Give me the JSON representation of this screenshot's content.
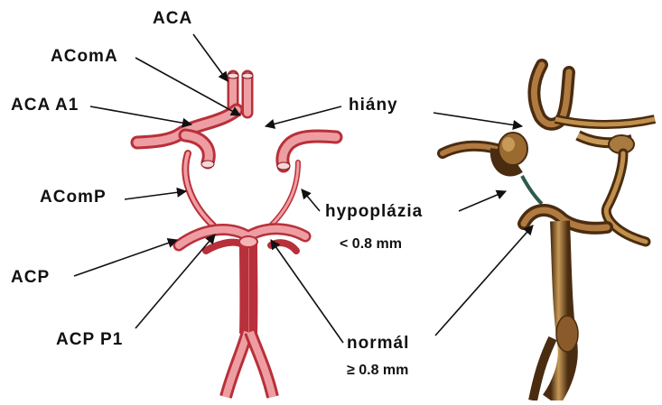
{
  "labels": {
    "aca": "ACA",
    "acoma": "AComA",
    "aca_a1": "ACA A1",
    "acomp": "AComP",
    "acp": "ACP",
    "acp_p1": "ACP P1",
    "hiany": "hiány",
    "hypoplazia": "hypoplázia",
    "hypoplazia_threshold": "< 0.8 mm",
    "normal": "normál",
    "normal_threshold": "≥ 0.8 mm"
  },
  "colors": {
    "vessel_fill": "#e8888c",
    "vessel_dark": "#b8303a",
    "vessel_light": "#f6c4c4",
    "real_vessel": "#8a5a2a",
    "real_vessel_light": "#c89a58",
    "real_vessel_dark": "#4a2c10",
    "thin_vessel": "#2e5a4a",
    "arrow": "#111111"
  }
}
